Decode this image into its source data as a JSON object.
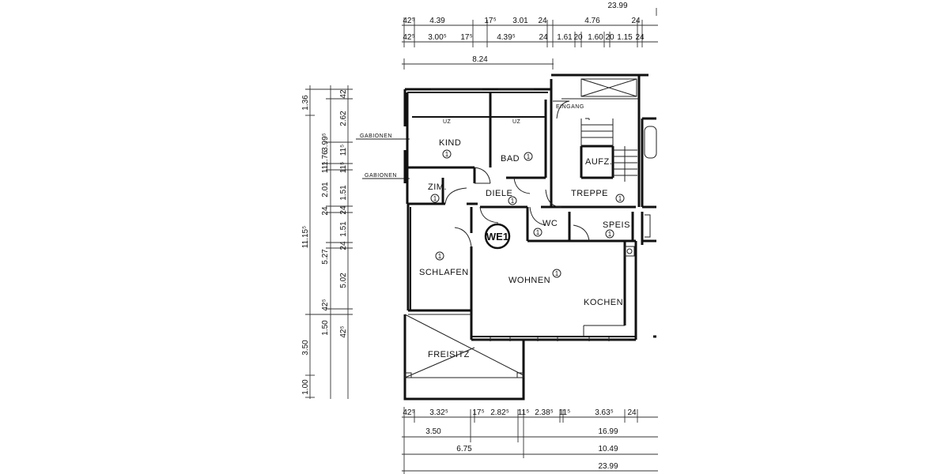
{
  "unit_label": "WE1",
  "rooms": {
    "kind": "KIND",
    "bad": "BAD",
    "aufz": "AUFZ.",
    "zim": "ZIM.",
    "diele": "DIELE",
    "treppe": "TREPPE",
    "wc": "WC",
    "speis": "SPEIS",
    "schlafen": "SCHLAFEN",
    "wohnen": "WOHNEN",
    "kochen": "KOCHEN",
    "freisitz": "FREISITZ",
    "eingang": "EINGANG",
    "uz1": "UZ",
    "uz2": "UZ",
    "room_number": "1"
  },
  "labels": {
    "gabionen_1": "GABIONEN",
    "gabionen_2": "GABIONEN"
  },
  "dims_top": {
    "r1": [
      "42⁵",
      "4.39",
      "17⁵",
      "3.01",
      "24",
      "4.76",
      "24"
    ],
    "r1_total": "23.99",
    "r2": [
      "42⁵",
      "3.00⁵",
      "17⁵",
      "4.39⁵",
      "24",
      "1.61",
      "20",
      "1.60",
      "20",
      "1.15",
      "24"
    ],
    "r3": "8.24"
  },
  "dims_left": {
    "outer": [
      "1.36",
      "3.99⁵",
      "11.15⁵",
      "3.50",
      "1.00"
    ],
    "inner_a": [
      "1.76",
      "11⁵",
      "2.01",
      "24",
      "5.27",
      "42⁵",
      "1.50"
    ],
    "inner_b": [
      "42",
      "2.62",
      "11⁵",
      "11⁵",
      "1.51",
      "24",
      "1.51",
      "24",
      "5.02",
      "42⁵"
    ]
  },
  "dims_bottom": {
    "r1": [
      "42⁵",
      "3.32⁵",
      "17⁵",
      "2.82⁵",
      "11⁵",
      "2.38⁵",
      "11⁵",
      "3.63⁵",
      "24"
    ],
    "r2": [
      "3.50",
      "16.99"
    ],
    "r3": [
      "6.75",
      "10.49"
    ],
    "r4": "23.99"
  }
}
